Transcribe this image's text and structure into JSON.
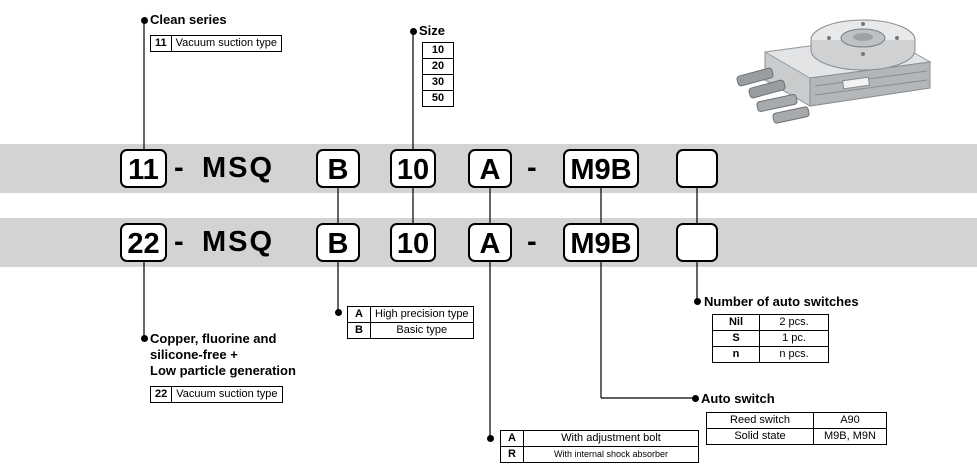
{
  "row1": {
    "prefix": "11",
    "sep1": "-",
    "series": "MSQ",
    "type": "B",
    "size": "10",
    "adjust": "A",
    "sep2": "-",
    "switch": "M9B",
    "count": ""
  },
  "row2": {
    "prefix": "22",
    "sep1": "-",
    "series": "MSQ",
    "type": "B",
    "size": "10",
    "adjust": "A",
    "sep2": "-",
    "switch": "M9B",
    "count": ""
  },
  "clean_series": {
    "title": "Clean series",
    "code": "11",
    "desc": "Vacuum suction type"
  },
  "size": {
    "title": "Size",
    "options": [
      "10",
      "20",
      "30",
      "50"
    ]
  },
  "copper_free": {
    "title_line1": "Copper, fluorine and",
    "title_line2": "silicone-free +",
    "title_line3": "Low particle generation",
    "code": "22",
    "desc": "Vacuum suction type"
  },
  "precision": [
    {
      "code": "A",
      "desc": "High precision type"
    },
    {
      "code": "B",
      "desc": "Basic type"
    }
  ],
  "adjustment": [
    {
      "code": "A",
      "desc": "With adjustment bolt"
    },
    {
      "code": "R",
      "desc": "With internal shock absorber"
    }
  ],
  "num_switches": {
    "title": "Number of auto switches",
    "rows": [
      {
        "code": "Nil",
        "desc": "2 pcs."
      },
      {
        "code": "S",
        "desc": "1 pc."
      },
      {
        "code": "n",
        "desc": "n pcs."
      }
    ]
  },
  "auto_switch": {
    "title": "Auto switch",
    "rows": [
      {
        "type": "Reed switch",
        "model": "A90"
      },
      {
        "type": "Solid state",
        "model": "M9B, M9N"
      }
    ]
  }
}
